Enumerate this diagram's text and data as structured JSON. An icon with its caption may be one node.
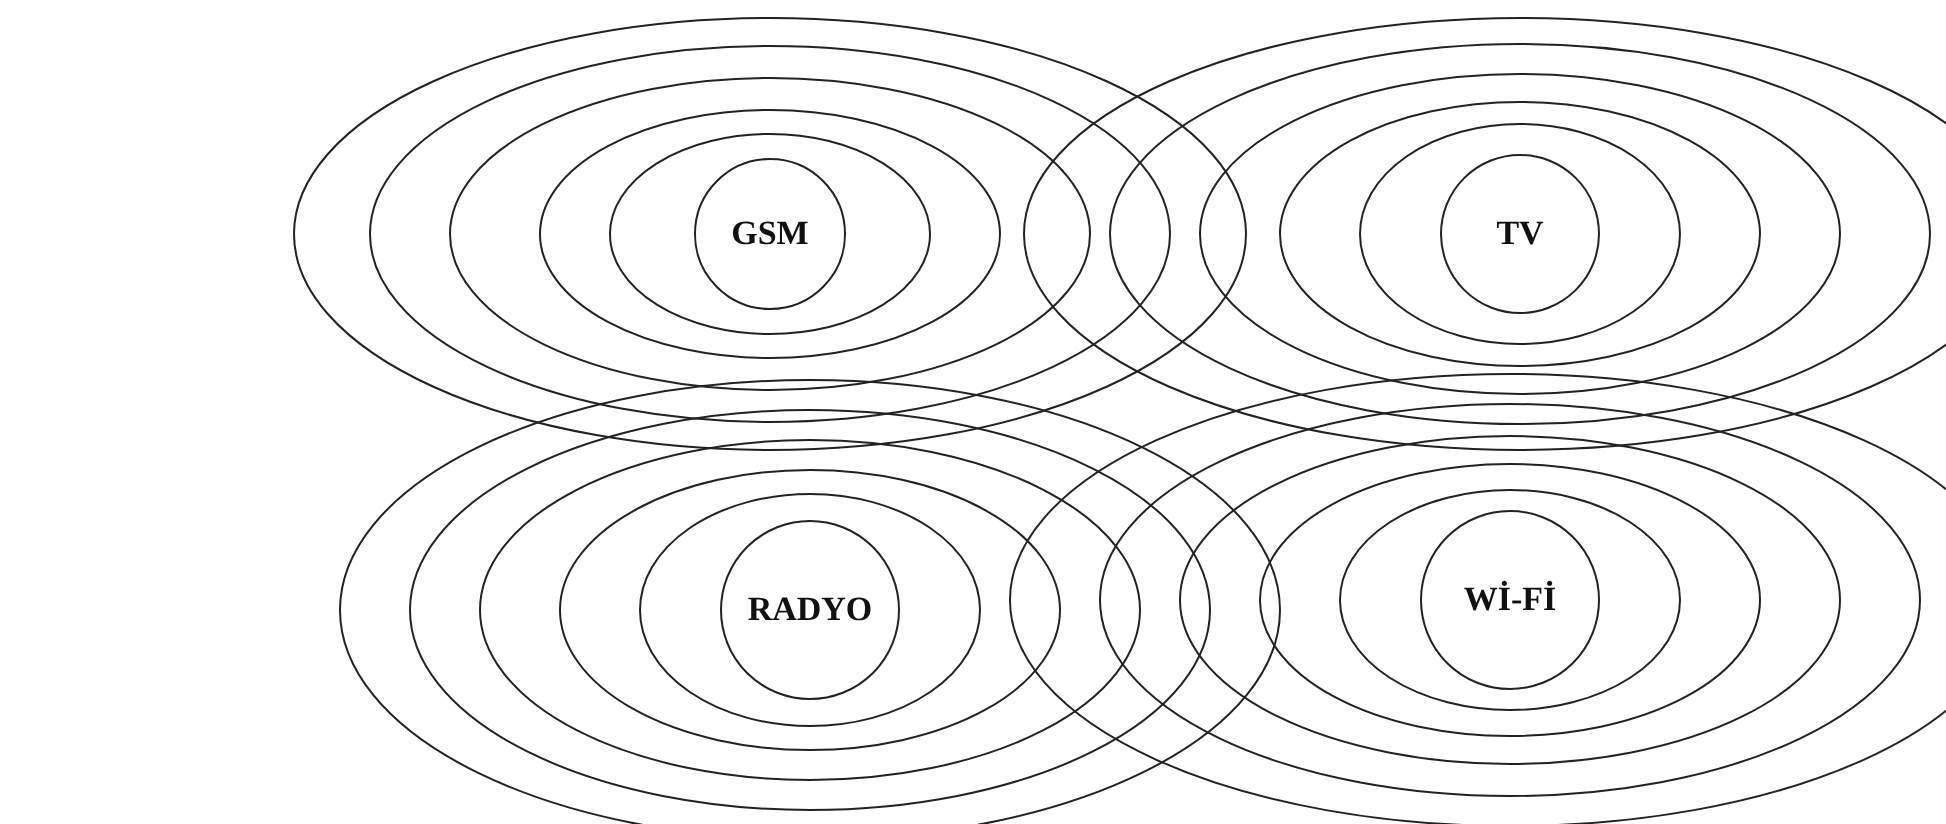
{
  "diagram": {
    "nodes": [
      {
        "text": [
          "GSM"
        ]
      },
      {
        "text": [
          "TV"
        ]
      },
      {
        "text": [
          "RADYO"
        ]
      },
      {
        "text": [
          "Wİ-Fİ"
        ]
      }
    ]
  }
}
